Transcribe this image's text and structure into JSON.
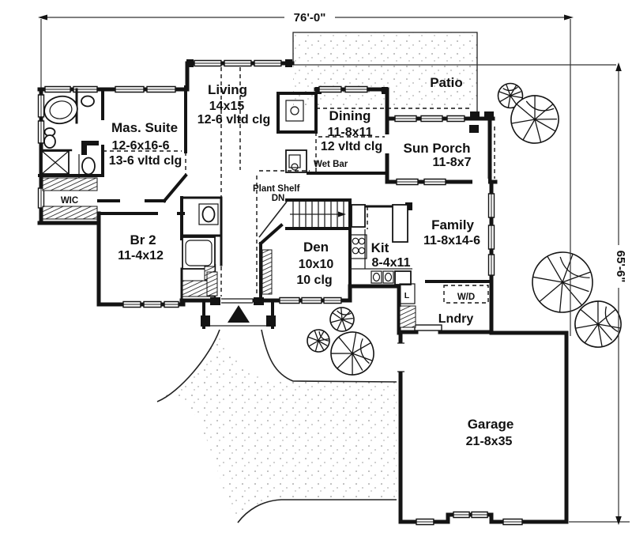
{
  "plan": {
    "dimensions": {
      "width": "76'-0\"",
      "height": "65'-6\""
    },
    "rooms": {
      "patio": {
        "name": "Patio"
      },
      "living": {
        "name": "Living",
        "size": "14x15",
        "ceiling": "12-6 vltd clg"
      },
      "dining": {
        "name": "Dining",
        "size": "11-8x11",
        "ceiling": "12 vltd clg"
      },
      "sun_porch": {
        "name": "Sun Porch",
        "size": "11-8x7"
      },
      "mas_suite": {
        "name": "Mas. Suite",
        "size": "12-6x16-6",
        "ceiling": "13-6 vltd clg"
      },
      "wic": {
        "name": "WIC"
      },
      "br2": {
        "name": "Br 2",
        "size": "11-4x12"
      },
      "den": {
        "name": "Den",
        "size": "10x10",
        "ceiling": "10 clg"
      },
      "kit": {
        "name": "Kit",
        "size": "8-4x11"
      },
      "family": {
        "name": "Family",
        "size": "11-8x14-6"
      },
      "lndry": {
        "name": "Lndry"
      },
      "garage": {
        "name": "Garage",
        "size": "21-8x35"
      }
    },
    "annotations": {
      "wet_bar": "Wet Bar",
      "plant_shelf": "Plant Shelf",
      "stairs_down": "DN",
      "washer_dryer": "W/D",
      "linen": "L"
    }
  },
  "colors": {
    "ink": "#141414",
    "paper": "#ffffff"
  }
}
